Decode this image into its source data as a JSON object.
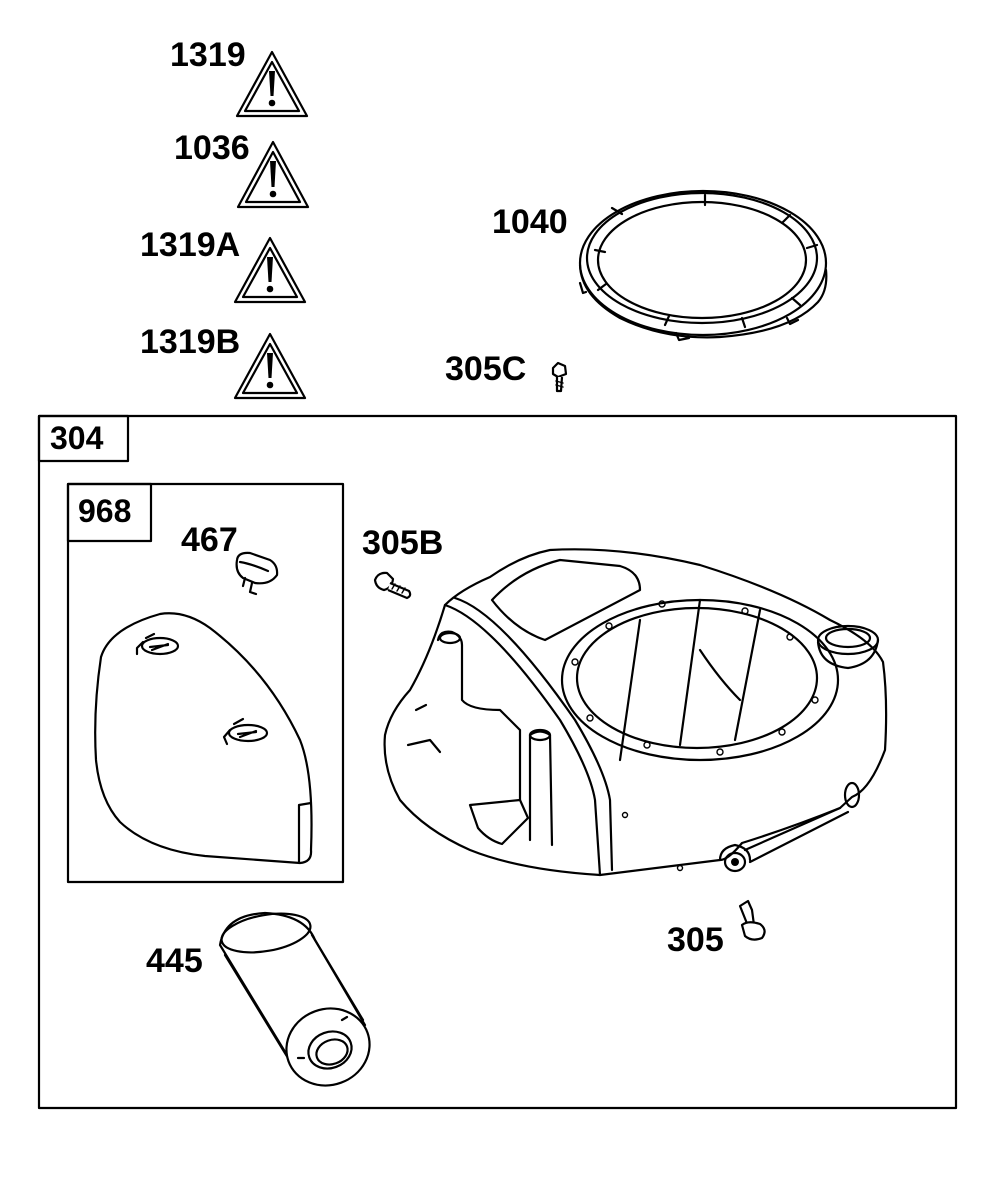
{
  "diagram": {
    "warning_labels": [
      {
        "id": "warn-1319",
        "text": "1319"
      },
      {
        "id": "warn-1036",
        "text": "1036"
      },
      {
        "id": "warn-1319a",
        "text": "1319A"
      },
      {
        "id": "warn-1319b",
        "text": "1319B"
      }
    ],
    "parts": {
      "p1040": "1040",
      "p305c": "305C",
      "p304": "304",
      "p968": "968",
      "p467": "467",
      "p305b": "305B",
      "p445": "445",
      "p305": "305"
    },
    "icons": {
      "warning": "warning-triangle-icon"
    },
    "colors": {
      "ink": "#000000",
      "background": "#ffffff"
    }
  }
}
